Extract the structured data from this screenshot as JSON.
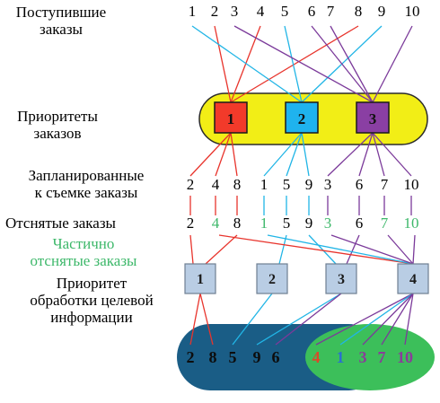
{
  "labels": {
    "received": [
      "Поступившие",
      "заказы"
    ],
    "priorities": [
      "Приоритеты",
      "заказов"
    ],
    "planned": [
      "Запланированные",
      "к съемке заказы"
    ],
    "shot": "Отснятые заказы",
    "partial": [
      "Частично",
      "отснятые заказы"
    ],
    "processing": [
      "Приоритет",
      "обработки целевой",
      "информации"
    ]
  },
  "received_orders": [
    "1",
    "2",
    "3",
    "4",
    "5",
    "6",
    "7",
    "8",
    "9",
    "10"
  ],
  "priority_boxes": [
    "1",
    "2",
    "3"
  ],
  "planned_orders": [
    "2",
    "4",
    "8",
    "1",
    "5",
    "9",
    "3",
    "6",
    "7",
    "10"
  ],
  "shot_orders": [
    {
      "label": "2",
      "partial": false
    },
    {
      "label": "4",
      "partial": true
    },
    {
      "label": "8",
      "partial": false
    },
    {
      "label": "1",
      "partial": true
    },
    {
      "label": "5",
      "partial": false
    },
    {
      "label": "9",
      "partial": false
    },
    {
      "label": "3",
      "partial": true
    },
    {
      "label": "6",
      "partial": false
    },
    {
      "label": "7",
      "partial": true
    },
    {
      "label": "10",
      "partial": true
    }
  ],
  "processing_boxes": [
    "1",
    "2",
    "3",
    "4"
  ],
  "result_blue": [
    "2",
    "8",
    "5",
    "9",
    "6"
  ],
  "result_green": [
    {
      "label": "4",
      "color": "#d94a2a"
    },
    {
      "label": "1",
      "color": "#2a6fd0"
    },
    {
      "label": "3",
      "color": "#8a3c9a"
    },
    {
      "label": "7",
      "color": "#8a3c9a"
    },
    {
      "label": "10",
      "color": "#8a3c9a"
    }
  ],
  "colors": {
    "red": "#e8342c",
    "cyan": "#21b5e6",
    "purple": "#7b3a9a",
    "green_text": "#3db86a",
    "yellow": "#f2ee16",
    "box_red": "#f23a2a",
    "box_cyan": "#1fb3ee",
    "box_purple": "#8a3fa3",
    "box_blue_grey": "#b9cde4",
    "dark_blue": "#1a5d86",
    "green_fill": "#3cbf5a"
  }
}
